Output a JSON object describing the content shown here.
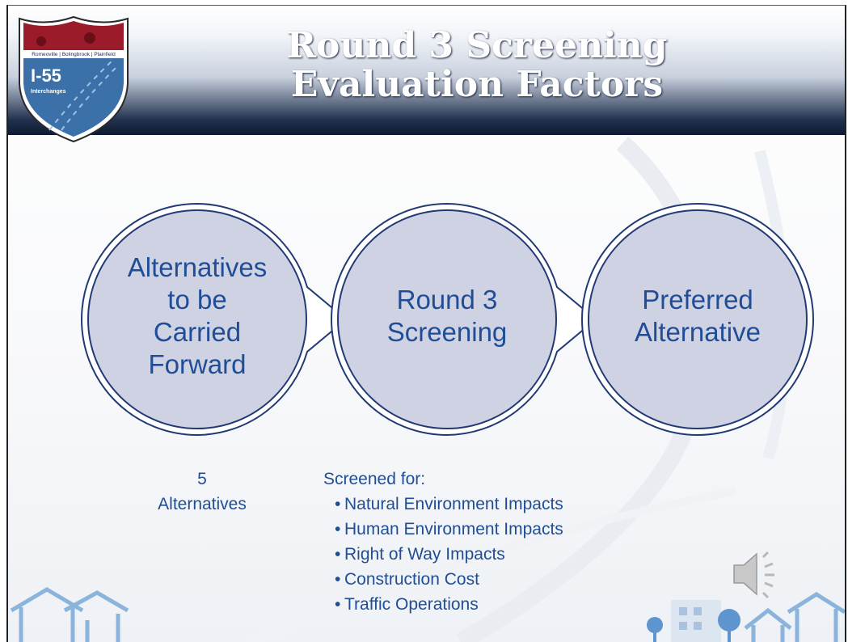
{
  "slide": {
    "title_line1": "Round 3 Screening",
    "title_line2": "Evaluation Factors"
  },
  "logo": {
    "towns": "Romeoville | Bolingbrook | Plainfield",
    "route": "I-55",
    "subtitle": "Interchanges"
  },
  "process": {
    "steps": [
      {
        "lines": [
          "Alternatives",
          "to be",
          "Carried",
          "Forward"
        ]
      },
      {
        "lines": [
          "Round 3",
          "Screening"
        ]
      },
      {
        "lines": [
          "Preferred",
          "Alternative"
        ]
      }
    ]
  },
  "alternatives_note": {
    "count": "5",
    "label": "Alternatives"
  },
  "screening": {
    "heading": "Screened for:",
    "items": [
      "Natural Environment Impacts",
      "Human Environment Impacts",
      "Right of Way Impacts",
      "Construction Cost",
      "Traffic Operations"
    ]
  },
  "colors": {
    "circle_fill": "#cfd2e3",
    "circle_stroke": "#223a73",
    "text_blue": "#1f4e96",
    "header_dark": "#0e1a31"
  },
  "icons": {
    "audio": "speaker-icon"
  }
}
